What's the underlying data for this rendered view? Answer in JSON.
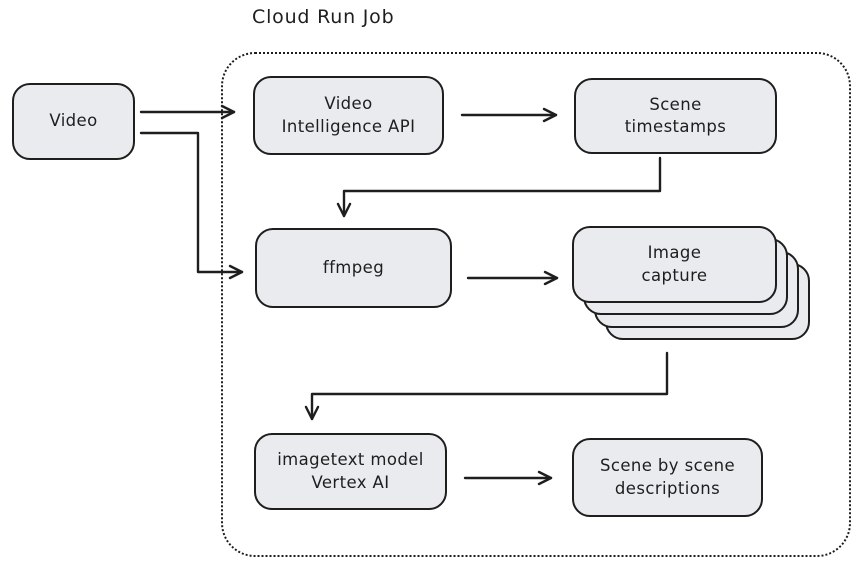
{
  "title": "Cloud Run Job",
  "colors": {
    "stroke": "#1e1e1e",
    "node_fill": "#e9ebee",
    "background": "#ffffff"
  },
  "nodes": {
    "video": {
      "label": "Video"
    },
    "video_intelligence_api": {
      "label": "Video\nIntelligence API"
    },
    "scene_timestamps": {
      "label": "Scene\ntimestamps"
    },
    "ffmpeg": {
      "label": "ffmpeg"
    },
    "image_capture": {
      "label": "Image\ncapture",
      "stack_count": 4
    },
    "imagetext_model": {
      "label": "imagetext model\nVertex AI"
    },
    "scene_descriptions": {
      "label": "Scene by scene\ndescriptions"
    }
  },
  "edges": [
    {
      "from": "video",
      "to": "video_intelligence_api"
    },
    {
      "from": "video",
      "to": "ffmpeg"
    },
    {
      "from": "video_intelligence_api",
      "to": "scene_timestamps"
    },
    {
      "from": "scene_timestamps",
      "to": "ffmpeg"
    },
    {
      "from": "ffmpeg",
      "to": "image_capture"
    },
    {
      "from": "image_capture",
      "to": "imagetext_model"
    },
    {
      "from": "imagetext_model",
      "to": "scene_descriptions"
    }
  ]
}
